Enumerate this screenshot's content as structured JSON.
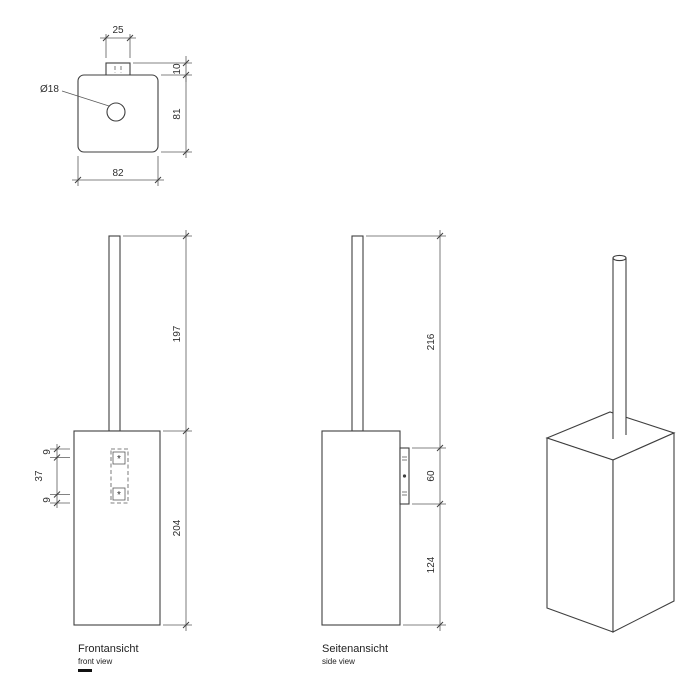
{
  "labels": {
    "front_title": "Frontansicht",
    "front_subtitle": "front view",
    "side_title": "Seitenansicht",
    "side_subtitle": "side view"
  },
  "dims": {
    "tab_width": "25",
    "tab_height": "10",
    "top_height": "81",
    "top_width": "82",
    "hole_diameter": "Ø18",
    "front_rod_length": "197",
    "front_body_height": "204",
    "slot_top_offset": "9",
    "slot_span": "37",
    "slot_bottom_offset": "9",
    "side_rod_length": "216",
    "side_bracket_height": "60",
    "side_below_bracket": "124",
    "slot_mark_top": "*",
    "slot_mark_bottom": "*"
  },
  "colors": {
    "line": "#3f3f3f",
    "dimension_line": "#5a5a5a",
    "background": "#ffffff"
  }
}
